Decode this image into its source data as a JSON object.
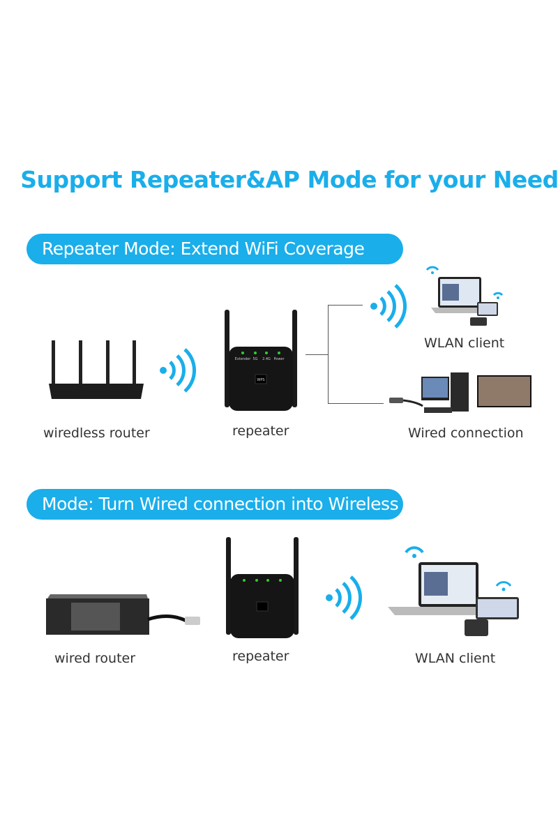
{
  "title": "Support Repeater&AP Mode for your Need",
  "accent_color": "#1aaeea",
  "sections": [
    {
      "heading": "Repeater Mode: Extend WiFi Coverage",
      "devices": {
        "source": "wiredless router",
        "middle": "repeater",
        "client_wireless": "WLAN client",
        "client_wired": "Wired connection"
      }
    },
    {
      "heading": "Mode: Turn Wired connection into Wireless",
      "devices": {
        "source": "wired router",
        "middle": "repeater",
        "client_wireless": "WLAN client"
      }
    }
  ],
  "repeater_panel": {
    "leds": [
      "Extender",
      "5G",
      "2.4G",
      "Power"
    ],
    "button": "WPS"
  }
}
